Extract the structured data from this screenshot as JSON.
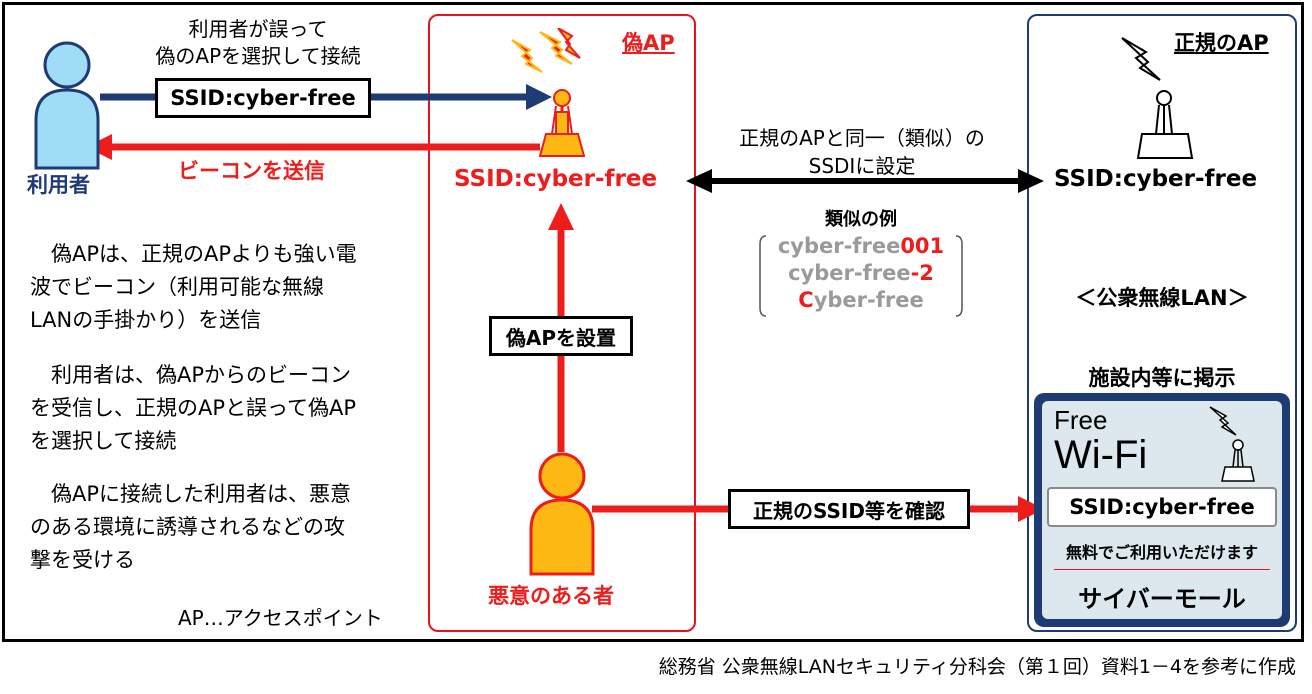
{
  "top_note": [
    "利用者が誤って",
    "偽のAPを選択して接続"
  ],
  "user": {
    "label": "利用者"
  },
  "ssid_arrow_label": "SSID:cyber-free",
  "beacon_label": "ビーコンを送信",
  "fake_ap": {
    "title": "偽AP",
    "ssid": "SSID:cyber-free",
    "install_label": "偽APを設置"
  },
  "real_ap": {
    "title": "正規のAP",
    "ssid": "SSID:cyber-free",
    "public_lan": "＜公衆無線LAN＞",
    "posted": "施設内等に掲示"
  },
  "middle_note": [
    "正規のAPと同一（類似）の",
    "SSDIに設定"
  ],
  "similar": {
    "title": "類似の例",
    "examples": [
      {
        "base": "cyber-free",
        "suffix": "001"
      },
      {
        "base": "cyber-free",
        "suffix": "-2"
      },
      {
        "prefix": "C",
        "base": "yber-free"
      }
    ]
  },
  "attacker": {
    "label": "悪意のある者"
  },
  "confirm_label": "正規のSSID等を確認",
  "paragraphs": [
    [
      "　偽APは、正規のAPよりも強い電",
      "波でビーコン（利用可能な無線",
      "LANの手掛かり）を送信"
    ],
    [
      "　利用者は、偽APからのビーコン",
      "を受信し、正規のAPと誤って偽AP",
      "を選択して接続"
    ],
    [
      "　偽APに接続した利用者は、悪意",
      "のある環境に誘導されるなどの攻",
      "撃を受ける"
    ]
  ],
  "ap_footnote": "AP…アクセスポイント",
  "sign": {
    "free": "Free",
    "wifi": "Wi-Fi",
    "ssid": "SSID:cyber-free",
    "free_use": "無料でご利用いただけます",
    "mall": "サイバーモール"
  },
  "source": "総務省 公衆無線LANセキュリティ分科会（第１回）資料1－4を参考に作成",
  "colors": {
    "red": "#ef1c1c",
    "navy": "#1f3b73",
    "yellow": "#fdb813",
    "light_blue": "#9fdcf6",
    "sign_bg": "#dce7ee"
  }
}
